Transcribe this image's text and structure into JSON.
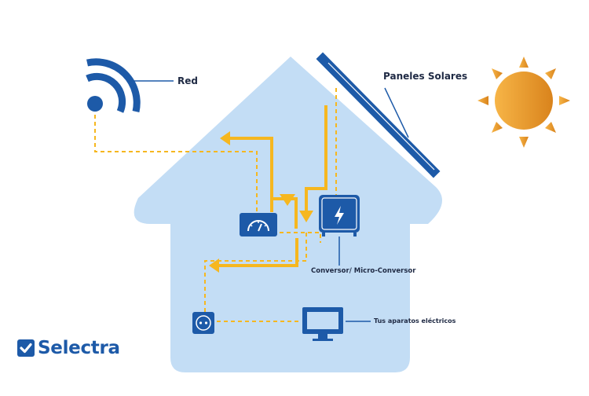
{
  "labels": {
    "network": "Red",
    "solar_panels": "Paneles Solares",
    "converter": "Conversor/ Micro-Conversor",
    "appliances": "Tus aparatos eléctricos"
  },
  "brand": {
    "name": "Selectra"
  },
  "colors": {
    "house": "#c3ddf5",
    "primary_blue": "#1d5aa8",
    "flow_yellow": "#f6b71f",
    "sun_light": "#f7b547",
    "sun_dark": "#d9831c",
    "text": "#1f2a44"
  }
}
